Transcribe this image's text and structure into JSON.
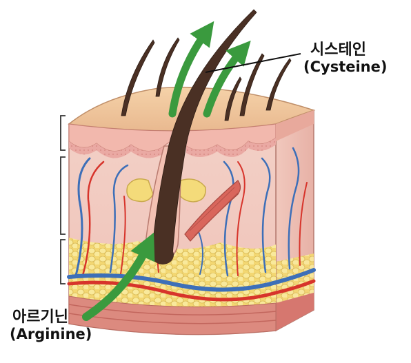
{
  "labels": {
    "cysteine_ko": "시스테인",
    "cysteine_en": "(Cysteine)",
    "arginine_ko": "아르기닌",
    "arginine_en": "(Arginine)"
  },
  "colors": {
    "arrow_green": "#3a9a3e",
    "hair": "#4a3024",
    "epidermis": "#f0c9a0",
    "dermis": "#f6d6cf",
    "fat": "#f7e48a",
    "artery": "#d7342b",
    "vein": "#3d6fb8",
    "muscle": "#d9665c"
  }
}
